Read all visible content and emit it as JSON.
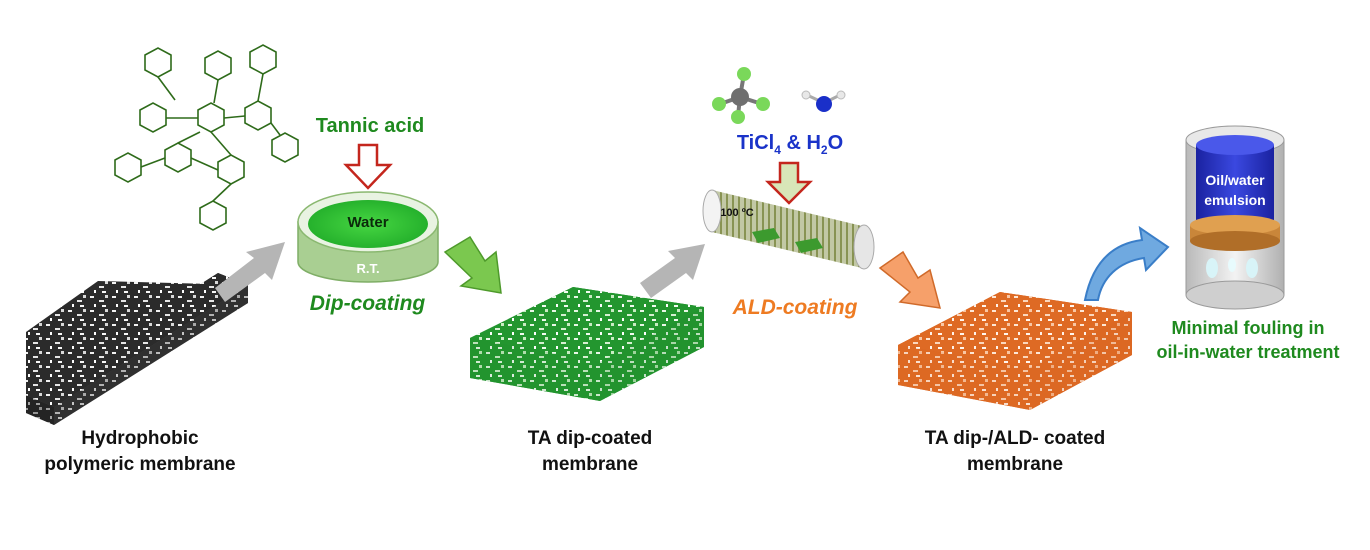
{
  "reagents": {
    "tannic_acid": "Tannic acid",
    "ald_precursor_prefix": "TiCl",
    "ald_precursor_sub1": "4",
    "ald_precursor_mid": " & H",
    "ald_precursor_sub2": "2",
    "ald_precursor_suffix": "O"
  },
  "dip_bath": {
    "liquid": "Water",
    "temperature": "R.T.",
    "step_label": "Dip-coating"
  },
  "ald_reactor": {
    "temperature": "100 ºC",
    "step_label": "ALD-coating"
  },
  "membranes": {
    "pristine": {
      "line1": "Hydrophobic",
      "line2": "polymeric membrane"
    },
    "ta_coated": {
      "line1": "TA dip-coated",
      "line2": "membrane"
    },
    "ald_coated": {
      "line1": "TA dip-/ALD- coated",
      "line2": "membrane"
    }
  },
  "test_cell": {
    "feed_line1": "Oil/water",
    "feed_line2": "emulsion"
  },
  "result": {
    "line1": "Minimal fouling in",
    "line2": "oil-in-water treatment"
  },
  "colors": {
    "pristine": "#3a3a3a",
    "ta_green": "#2fa83a",
    "ald_orange": "#e2702b",
    "arrow_gray": "#b5b5b5",
    "arrow_green": "#6cc04a",
    "arrow_orange": "#f5a06a",
    "arrow_blue": "#3a7ec8",
    "molecule": "#2e6b1a",
    "emulsion_blue": "#2a36c8"
  }
}
